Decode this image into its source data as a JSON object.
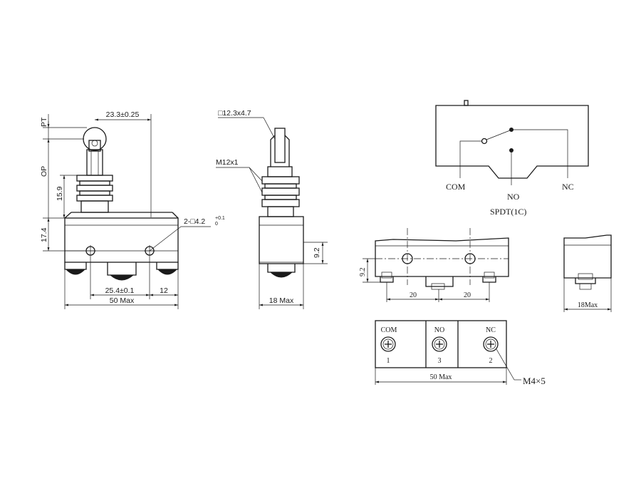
{
  "front_view": {
    "pt_label": "PT",
    "op_label": "OP",
    "width_23": "23.3±0.25",
    "height_159": "15.9",
    "height_174": "17.4",
    "hole_label": "2-□4.2",
    "hole_tol": "+0.1",
    "hole_tol_low": "0",
    "pitch_254": "25.4±0.1",
    "offset_12": "12",
    "width_50": "50 Max"
  },
  "side_view": {
    "plunger_label": "□12.3x4.7",
    "thread_label": "M12x1",
    "height_92": "9.2",
    "width_18": "18 Max"
  },
  "schematic": {
    "com": "COM",
    "no": "NO",
    "nc": "NC",
    "type": "SPDT(1C)"
  },
  "body_view": {
    "height_92": "9.2",
    "spacing_left": "20",
    "spacing_right": "20",
    "width_18": "18Max"
  },
  "terminal_view": {
    "labels": [
      "COM",
      "NO",
      "NC"
    ],
    "numbers": [
      "1",
      "3",
      "2"
    ],
    "width_50": "50 Max",
    "screw_label": "M4×5"
  }
}
